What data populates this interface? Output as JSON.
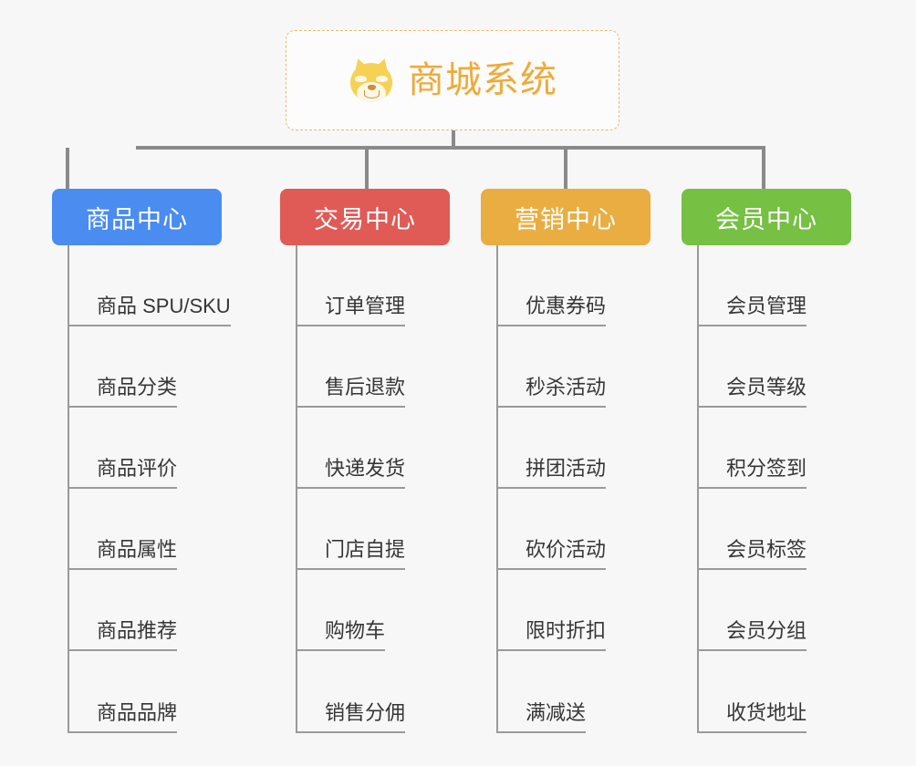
{
  "diagram": {
    "title": "商城系统",
    "root_icon": "shiba-inu-dog-face-icon",
    "background_color": "#f7f7f7",
    "root_border_color": "#e9b96d",
    "root_text_color": "#eeab3a",
    "connector_color": "#8a8a8a",
    "branches": [
      {
        "label": "商品中心",
        "color": "#4a8cf0",
        "children": [
          {
            "label": "商品 SPU/SKU"
          },
          {
            "label": "商品分类"
          },
          {
            "label": "商品评价"
          },
          {
            "label": "商品属性"
          },
          {
            "label": "商品推荐"
          },
          {
            "label": "商品品牌"
          }
        ]
      },
      {
        "label": "交易中心",
        "color": "#e05a56",
        "children": [
          {
            "label": "订单管理"
          },
          {
            "label": "售后退款"
          },
          {
            "label": "快递发货"
          },
          {
            "label": "门店自提"
          },
          {
            "label": "购物车"
          },
          {
            "label": "销售分佣"
          }
        ]
      },
      {
        "label": "营销中心",
        "color": "#eaad41",
        "children": [
          {
            "label": "优惠券码"
          },
          {
            "label": "秒杀活动"
          },
          {
            "label": "拼团活动"
          },
          {
            "label": "砍价活动"
          },
          {
            "label": "限时折扣"
          },
          {
            "label": "满减送"
          }
        ]
      },
      {
        "label": "会员中心",
        "color": "#76c043",
        "children": [
          {
            "label": "会员管理"
          },
          {
            "label": "会员等级"
          },
          {
            "label": "积分签到"
          },
          {
            "label": "会员标签"
          },
          {
            "label": "会员分组"
          },
          {
            "label": "收货地址"
          }
        ]
      }
    ]
  }
}
